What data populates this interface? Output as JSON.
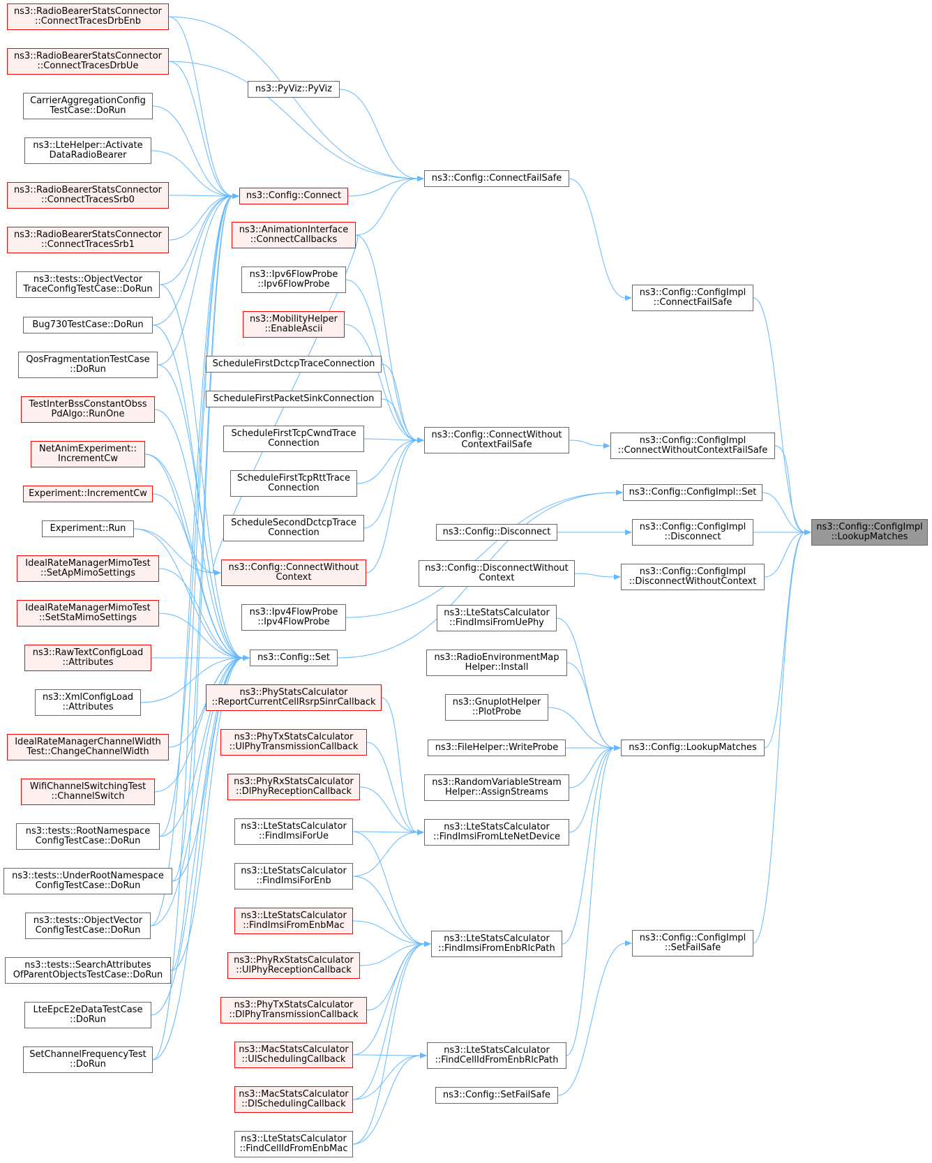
{
  "colors": {
    "edge": "#63b8ff",
    "border": "#666666",
    "red_border": "#ff0000",
    "red_fill": "#fff0f0",
    "selected_fill": "#999999"
  },
  "nodes": {
    "rbdrbenb": {
      "lines": [
        "ns3::RadioBearerStatsConnector",
        "::ConnectTracesDrbEnb"
      ],
      "red": true
    },
    "rbdrbue": {
      "lines": [
        "ns3::RadioBearerStatsConnector",
        "::ConnectTracesDrbUe"
      ],
      "red": true
    },
    "carrier": {
      "lines": [
        "CarrierAggregationConfig",
        "TestCase::DoRun"
      ],
      "red": false
    },
    "ltehelper": {
      "lines": [
        "ns3::LteHelper::Activate",
        "DataRadioBearer"
      ],
      "red": false
    },
    "rbsrb0": {
      "lines": [
        "ns3::RadioBearerStatsConnector",
        "::ConnectTracesSrb0"
      ],
      "red": true
    },
    "rbsrb1": {
      "lines": [
        "ns3::RadioBearerStatsConnector",
        "::ConnectTracesSrb1"
      ],
      "red": true
    },
    "objvectrace": {
      "lines": [
        "ns3::tests::ObjectVector",
        "TraceConfigTestCase::DoRun"
      ],
      "red": false
    },
    "bug730": {
      "lines": [
        "Bug730TestCase::DoRun"
      ],
      "red": false
    },
    "qosfrag": {
      "lines": [
        "QosFragmentationTestCase",
        "::DoRun"
      ],
      "red": false
    },
    "testinterbss": {
      "lines": [
        "TestInterBssConstantObss",
        "PdAlgo::RunOne"
      ],
      "red": true
    },
    "netanimexp": {
      "lines": [
        "NetAnimExperiment::",
        "IncrementCw"
      ],
      "red": true
    },
    "expinc": {
      "lines": [
        "Experiment::IncrementCw"
      ],
      "red": true
    },
    "exprun": {
      "lines": [
        "Experiment::Run"
      ],
      "red": false
    },
    "idealap": {
      "lines": [
        "IdealRateManagerMimoTest",
        "::SetApMimoSettings"
      ],
      "red": true
    },
    "idealsta": {
      "lines": [
        "IdealRateManagerMimoTest",
        "::SetStaMimoSettings"
      ],
      "red": true
    },
    "rawtext": {
      "lines": [
        "ns3::RawTextConfigLoad",
        "::Attributes"
      ],
      "red": true
    },
    "xmlconfig": {
      "lines": [
        "ns3::XmlConfigLoad",
        "::Attributes"
      ],
      "red": false
    },
    "idealchw": {
      "lines": [
        "IdealRateManagerChannelWidth",
        "Test::ChangeChannelWidth"
      ],
      "red": true
    },
    "wifichsw": {
      "lines": [
        "WifiChannelSwitchingTest",
        "::ChannelSwitch"
      ],
      "red": true
    },
    "rootns": {
      "lines": [
        "ns3::tests::RootNamespace",
        "ConfigTestCase::DoRun"
      ],
      "red": false
    },
    "underroot": {
      "lines": [
        "ns3::tests::UnderRootNamespace",
        "ConfigTestCase::DoRun"
      ],
      "red": false
    },
    "objvecconf": {
      "lines": [
        "ns3::tests::ObjectVector",
        "ConfigTestCase::DoRun"
      ],
      "red": false
    },
    "searchattr": {
      "lines": [
        "ns3::tests::SearchAttributes",
        "OfParentObjectsTestCase::DoRun"
      ],
      "red": false
    },
    "lteepc": {
      "lines": [
        "LteEpcE2eDataTestCase",
        "::DoRun"
      ],
      "red": false
    },
    "setchfreq": {
      "lines": [
        "SetChannelFrequencyTest",
        "::DoRun"
      ],
      "red": false
    },
    "pyviz": {
      "lines": [
        "ns3::PyViz::PyViz"
      ],
      "red": false
    },
    "configconnect": {
      "lines": [
        "ns3::Config::Connect"
      ],
      "red": true
    },
    "animif": {
      "lines": [
        "ns3::AnimationInterface",
        "::ConnectCallbacks"
      ],
      "red": true
    },
    "ipv6probe": {
      "lines": [
        "ns3::Ipv6FlowProbe",
        "::Ipv6FlowProbe"
      ],
      "red": false
    },
    "mobility": {
      "lines": [
        "ns3::MobilityHelper",
        "::EnableAscii"
      ],
      "red": true
    },
    "sfdctcp": {
      "lines": [
        "ScheduleFirstDctcpTraceConnection"
      ],
      "red": false
    },
    "sfpacketsink": {
      "lines": [
        "ScheduleFirstPacketSinkConnection"
      ],
      "red": false
    },
    "sftcpcwnd": {
      "lines": [
        "ScheduleFirstTcpCwndTrace",
        "Connection"
      ],
      "red": false
    },
    "sftcprtt": {
      "lines": [
        "ScheduleFirstTcpRttTrace",
        "Connection"
      ],
      "red": false
    },
    "ssdctcp": {
      "lines": [
        "ScheduleSecondDctcpTrace",
        "Connection"
      ],
      "red": false
    },
    "connwoctx": {
      "lines": [
        "ns3::Config::ConnectWithout",
        "Context"
      ],
      "red": true
    },
    "ipv4probe": {
      "lines": [
        "ns3::Ipv4FlowProbe",
        "::Ipv4FlowProbe"
      ],
      "red": false
    },
    "configset": {
      "lines": [
        "ns3::Config::Set"
      ],
      "red": false
    },
    "phystats": {
      "lines": [
        "ns3::PhyStatsCalculator",
        "::ReportCurrentCellRsrpSinrCallback"
      ],
      "red": true
    },
    "phytxul": {
      "lines": [
        "ns3::PhyTxStatsCalculator",
        "::UlPhyTransmissionCallback"
      ],
      "red": true
    },
    "phyrxdl": {
      "lines": [
        "ns3::PhyRxStatsCalculator",
        "::DlPhyReceptionCallback"
      ],
      "red": true
    },
    "findimsiue": {
      "lines": [
        "ns3::LteStatsCalculator",
        "::FindImsiForUe"
      ],
      "red": false
    },
    "findimsienb": {
      "lines": [
        "ns3::LteStatsCalculator",
        "::FindImsiForEnb"
      ],
      "red": false
    },
    "findimsienbmac": {
      "lines": [
        "ns3::LteStatsCalculator",
        "::FindImsiFromEnbMac"
      ],
      "red": true
    },
    "phyrxul": {
      "lines": [
        "ns3::PhyRxStatsCalculator",
        "::UlPhyReceptionCallback"
      ],
      "red": true
    },
    "phytxdl": {
      "lines": [
        "ns3::PhyTxStatsCalculator",
        "::DlPhyTransmissionCallback"
      ],
      "red": true
    },
    "macul": {
      "lines": [
        "ns3::MacStatsCalculator",
        "::UlSchedulingCallback"
      ],
      "red": true
    },
    "macdl": {
      "lines": [
        "ns3::MacStatsCalculator",
        "::DlSchedulingCallback"
      ],
      "red": true
    },
    "findcellmac": {
      "lines": [
        "ns3::LteStatsCalculator",
        "::FindCellIdFromEnbMac"
      ],
      "red": false
    },
    "connfailsafe": {
      "lines": [
        "ns3::Config::ConnectFailSafe"
      ],
      "red": false
    },
    "connwoctxfs": {
      "lines": [
        "ns3::Config::ConnectWithout",
        "ContextFailSafe"
      ],
      "red": false
    },
    "configdisc": {
      "lines": [
        "ns3::Config::Disconnect"
      ],
      "red": false
    },
    "configdiscwo": {
      "lines": [
        "ns3::Config::DisconnectWithout",
        "Context"
      ],
      "red": false
    },
    "findimsiuephy": {
      "lines": [
        "ns3::LteStatsCalculator",
        "::FindImsiFromUePhy"
      ],
      "red": false
    },
    "radioenv": {
      "lines": [
        "ns3::RadioEnvironmentMap",
        "Helper::Install"
      ],
      "red": false
    },
    "gnuplot": {
      "lines": [
        "ns3::GnuplotHelper",
        "::PlotProbe"
      ],
      "red": false
    },
    "filehelper": {
      "lines": [
        "ns3::FileHelper::WriteProbe"
      ],
      "red": false
    },
    "randvar": {
      "lines": [
        "ns3::RandomVariableStream",
        "Helper::AssignStreams"
      ],
      "red": false
    },
    "findimsilte": {
      "lines": [
        "ns3::LteStatsCalculator",
        "::FindImsiFromLteNetDevice"
      ],
      "red": false
    },
    "findimsirlc": {
      "lines": [
        "ns3::LteStatsCalculator",
        "::FindImsiFromEnbRlcPath"
      ],
      "red": false
    },
    "findcellrlc": {
      "lines": [
        "ns3::LteStatsCalculator",
        "::FindCellIdFromEnbRlcPath"
      ],
      "red": false
    },
    "configsetfs": {
      "lines": [
        "ns3::Config::SetFailSafe"
      ],
      "red": false
    },
    "implconnfs": {
      "lines": [
        "ns3::Config::ConfigImpl",
        "::ConnectFailSafe"
      ],
      "red": false
    },
    "implconnwoctxfs": {
      "lines": [
        "ns3::Config::ConfigImpl",
        "::ConnectWithoutContextFailSafe"
      ],
      "red": false
    },
    "implset": {
      "lines": [
        "ns3::Config::ConfigImpl::Set"
      ],
      "red": false
    },
    "impldisc": {
      "lines": [
        "ns3::Config::ConfigImpl",
        "::Disconnect"
      ],
      "red": false
    },
    "impldiscwo": {
      "lines": [
        "ns3::Config::ConfigImpl",
        "::DisconnectWithoutContext"
      ],
      "red": false
    },
    "lookup": {
      "lines": [
        "ns3::Config::LookupMatches"
      ],
      "red": false
    },
    "implsetfs": {
      "lines": [
        "ns3::Config::ConfigImpl",
        "::SetFailSafe"
      ],
      "red": false
    },
    "impllookup": {
      "lines": [
        "ns3::Config::ConfigImpl",
        "::LookupMatches"
      ],
      "red": false,
      "selected": true
    }
  },
  "edges": [
    [
      "rbdrbenb",
      "configconnect"
    ],
    [
      "rbdrbue",
      "configconnect"
    ],
    [
      "carrier",
      "configconnect"
    ],
    [
      "ltehelper",
      "configconnect"
    ],
    [
      "rbsrb0",
      "configconnect"
    ],
    [
      "rbsrb1",
      "configconnect"
    ],
    [
      "objvectrace",
      "configconnect"
    ],
    [
      "bug730",
      "configconnect"
    ],
    [
      "qosfrag",
      "configconnect"
    ],
    [
      "rootns",
      "configconnect"
    ],
    [
      "underroot",
      "configconnect"
    ],
    [
      "objvecconf",
      "configconnect"
    ],
    [
      "searchattr",
      "configconnect"
    ],
    [
      "setchfreq",
      "configconnect"
    ],
    [
      "rbdrbenb",
      "connfailsafe"
    ],
    [
      "rbdrbue",
      "connfailsafe"
    ],
    [
      "pyviz",
      "connfailsafe"
    ],
    [
      "configconnect",
      "connfailsafe"
    ],
    [
      "animif",
      "connfailsafe"
    ],
    [
      "animif",
      "connwoctx"
    ],
    [
      "ipv6probe",
      "connwoctxfs"
    ],
    [
      "mobility",
      "connwoctxfs"
    ],
    [
      "sfdctcp",
      "connwoctxfs"
    ],
    [
      "sfpacketsink",
      "connwoctxfs"
    ],
    [
      "sftcpcwnd",
      "connwoctxfs"
    ],
    [
      "sftcprtt",
      "connwoctxfs"
    ],
    [
      "ssdctcp",
      "connwoctxfs"
    ],
    [
      "connwoctx",
      "connwoctxfs"
    ],
    [
      "animif",
      "connwoctxfs"
    ],
    [
      "netanimexp",
      "connwoctx"
    ],
    [
      "exprun",
      "connwoctx"
    ],
    [
      "objvectrace",
      "configset"
    ],
    [
      "bug730",
      "configset"
    ],
    [
      "qosfrag",
      "configset"
    ],
    [
      "testinterbss",
      "configset"
    ],
    [
      "netanimexp",
      "configset"
    ],
    [
      "expinc",
      "configset"
    ],
    [
      "exprun",
      "configset"
    ],
    [
      "idealap",
      "configset"
    ],
    [
      "idealsta",
      "configset"
    ],
    [
      "rawtext",
      "configset"
    ],
    [
      "xmlconfig",
      "configset"
    ],
    [
      "idealchw",
      "configset"
    ],
    [
      "wifichsw",
      "configset"
    ],
    [
      "rootns",
      "configset"
    ],
    [
      "underroot",
      "configset"
    ],
    [
      "objvecconf",
      "configset"
    ],
    [
      "searchattr",
      "configset"
    ],
    [
      "lteepc",
      "configset"
    ],
    [
      "setchfreq",
      "configset"
    ],
    [
      "ipv4probe",
      "implset"
    ],
    [
      "configset",
      "implset"
    ],
    [
      "phystats",
      "findimsilte"
    ],
    [
      "phytxul",
      "findimsilte"
    ],
    [
      "phyrxdl",
      "findimsilte"
    ],
    [
      "findimsiue",
      "findimsilte"
    ],
    [
      "findimsienb",
      "findimsilte"
    ],
    [
      "findimsiue",
      "findimsirlc"
    ],
    [
      "findimsienb",
      "findimsirlc"
    ],
    [
      "findimsienbmac",
      "findimsirlc"
    ],
    [
      "phyrxul",
      "findimsirlc"
    ],
    [
      "phytxdl",
      "findimsirlc"
    ],
    [
      "macul",
      "findimsirlc"
    ],
    [
      "macdl",
      "findimsirlc"
    ],
    [
      "findcellmac",
      "findimsirlc"
    ],
    [
      "macul",
      "findcellrlc"
    ],
    [
      "macdl",
      "findcellrlc"
    ],
    [
      "findcellmac",
      "findcellrlc"
    ],
    [
      "connfailsafe",
      "implconnfs"
    ],
    [
      "connwoctxfs",
      "implconnwoctxfs"
    ],
    [
      "configdisc",
      "impldisc"
    ],
    [
      "configdiscwo",
      "impldiscwo"
    ],
    [
      "findimsiuephy",
      "lookup"
    ],
    [
      "radioenv",
      "lookup"
    ],
    [
      "gnuplot",
      "lookup"
    ],
    [
      "filehelper",
      "lookup"
    ],
    [
      "randvar",
      "lookup"
    ],
    [
      "findimsilte",
      "lookup"
    ],
    [
      "findimsirlc",
      "lookup"
    ],
    [
      "findcellrlc",
      "lookup"
    ],
    [
      "configsetfs",
      "implsetfs"
    ],
    [
      "implconnfs",
      "impllookup"
    ],
    [
      "implconnwoctxfs",
      "impllookup"
    ],
    [
      "implset",
      "impllookup"
    ],
    [
      "impldisc",
      "impllookup"
    ],
    [
      "impldiscwo",
      "impllookup"
    ],
    [
      "lookup",
      "impllookup"
    ],
    [
      "implsetfs",
      "impllookup"
    ]
  ]
}
